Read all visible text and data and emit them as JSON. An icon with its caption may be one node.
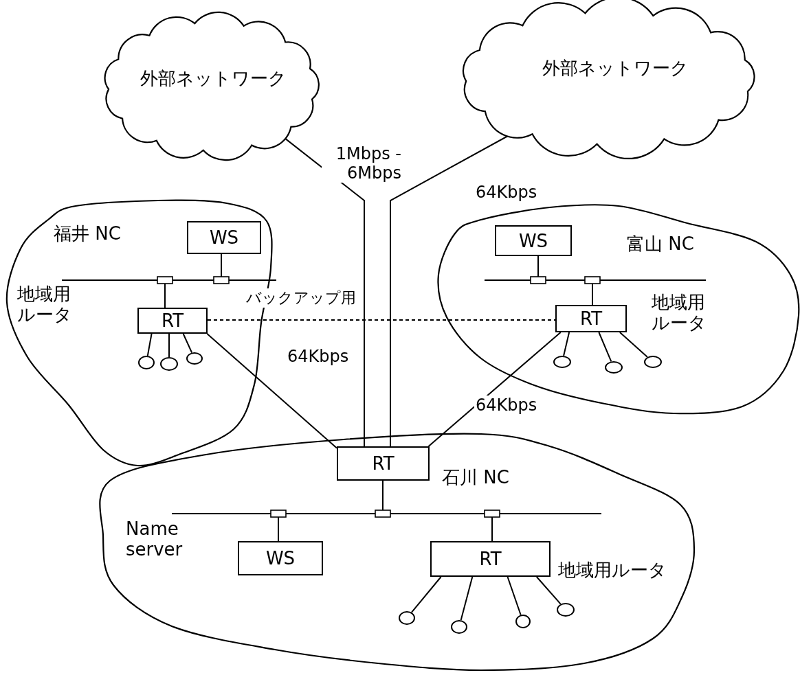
{
  "diagram": {
    "nodes": [
      {
        "text": [
          "外部ネットワーク"
        ]
      },
      {
        "text": [
          "外部ネットワーク"
        ]
      },
      {
        "text": [
          "福井 NC",
          "地域用ルータ"
        ]
      },
      {
        "text": [
          "WS"
        ],
        "in": 2
      },
      {
        "text": [],
        "shape": "bar",
        "in": 2
      },
      {
        "text": [
          "RT"
        ],
        "in": 2
      },
      {
        "text": [],
        "shape": "circle",
        "in": 2
      },
      {
        "text": [],
        "shape": "circle",
        "in": 2
      },
      {
        "text": [],
        "shape": "circle",
        "in": 2
      },
      {
        "text": [
          "富山 NC",
          "地域用ルータ"
        ]
      },
      {
        "text": [
          "WS"
        ],
        "in": 9
      },
      {
        "text": [],
        "shape": "bar",
        "in": 9
      },
      {
        "text": [
          "RT"
        ],
        "in": 9
      },
      {
        "text": [],
        "shape": "circle",
        "in": 9
      },
      {
        "text": [],
        "shape": "circle",
        "in": 9
      },
      {
        "text": [],
        "shape": "circle",
        "in": 9
      },
      {
        "text": [
          "石川 NC",
          "Name server",
          "地域用ルータ"
        ]
      },
      {
        "text": [
          "RT"
        ],
        "in": 16
      },
      {
        "text": [],
        "shape": "bar",
        "in": 16
      },
      {
        "text": [
          "WS"
        ],
        "in": 16
      },
      {
        "text": [
          "RT"
        ],
        "in": 16
      },
      {
        "text": [],
        "shape": "circle",
        "in": 16
      },
      {
        "text": [],
        "shape": "circle",
        "in": 16
      },
      {
        "text": [],
        "shape": "circle",
        "in": 16
      },
      {
        "text": [],
        "shape": "circle",
        "in": 16
      }
    ],
    "edges": [
      {
        "from": 0,
        "to": 17,
        "arrow": "none",
        "label": "1Mbps - 6Mbps"
      },
      {
        "from": 1,
        "to": 17,
        "arrow": "none",
        "label": "64Kbps"
      },
      {
        "from": 5,
        "to": 17,
        "arrow": "none",
        "label": "64Kbps"
      },
      {
        "from": 12,
        "to": 17,
        "arrow": "none",
        "label": "64Kbps"
      },
      {
        "from": 5,
        "to": 12,
        "arrow": "none",
        "style": "dashed",
        "label": "バックアップ用"
      },
      {
        "from": 3,
        "to": 4,
        "arrow": "none"
      },
      {
        "from": 4,
        "to": 5,
        "arrow": "none"
      },
      {
        "from": 5,
        "to": 6,
        "arrow": "none"
      },
      {
        "from": 5,
        "to": 7,
        "arrow": "none"
      },
      {
        "from": 5,
        "to": 8,
        "arrow": "none"
      },
      {
        "from": 10,
        "to": 11,
        "arrow": "none"
      },
      {
        "from": 11,
        "to": 12,
        "arrow": "none"
      },
      {
        "from": 12,
        "to": 13,
        "arrow": "none"
      },
      {
        "from": 12,
        "to": 14,
        "arrow": "none"
      },
      {
        "from": 12,
        "to": 15,
        "arrow": "none"
      },
      {
        "from": 17,
        "to": 18,
        "arrow": "none"
      },
      {
        "from": 18,
        "to": 19,
        "arrow": "none"
      },
      {
        "from": 18,
        "to": 20,
        "arrow": "none"
      },
      {
        "from": 20,
        "to": 21,
        "arrow": "none"
      },
      {
        "from": 20,
        "to": 22,
        "arrow": "none"
      },
      {
        "from": 20,
        "to": 23,
        "arrow": "none"
      },
      {
        "from": 20,
        "to": 24,
        "arrow": "none"
      }
    ]
  }
}
